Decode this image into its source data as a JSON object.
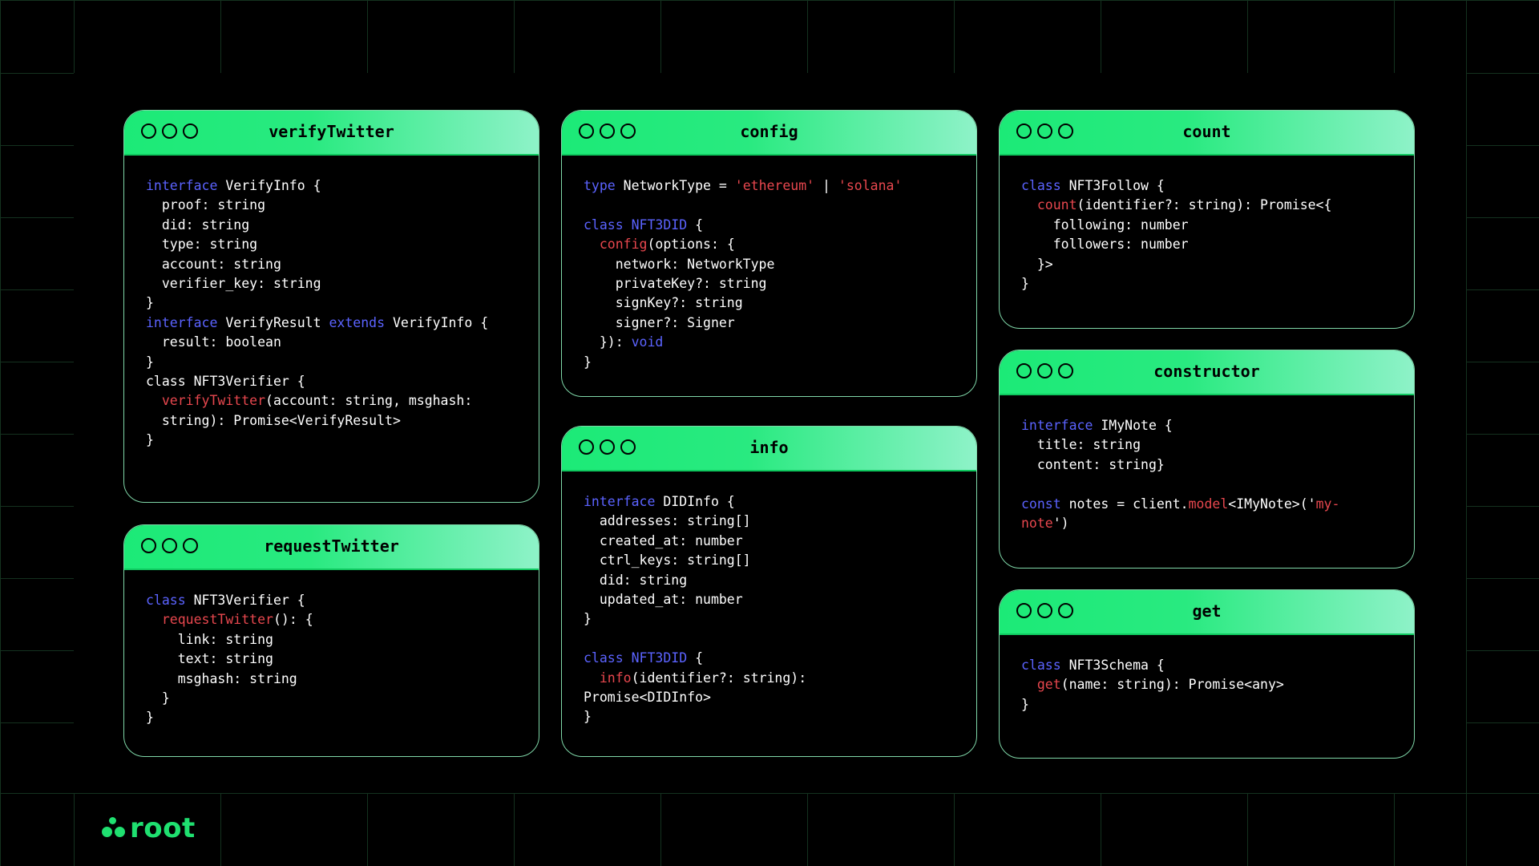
{
  "brand": {
    "name": "root",
    "accent": "#1fe070"
  },
  "colors": {
    "keyword": "#5b63ff",
    "function": "#e8474e",
    "string": "#e8474e",
    "header_gradient": [
      "#1cea77",
      "#8ef2c8"
    ]
  },
  "cards": [
    {
      "title": "verifyTwitter",
      "code": [
        [
          [
            "kw",
            "interface"
          ],
          [
            "t",
            " VerifyInfo {"
          ]
        ],
        [
          [
            "t",
            "  proof: string"
          ]
        ],
        [
          [
            "t",
            "  did: string"
          ]
        ],
        [
          [
            "t",
            "  type: string"
          ]
        ],
        [
          [
            "t",
            "  account: string"
          ]
        ],
        [
          [
            "t",
            "  verifier_key: string"
          ]
        ],
        [
          [
            "t",
            "}"
          ]
        ],
        [
          [
            "kw",
            "interface"
          ],
          [
            "t",
            " VerifyResult "
          ],
          [
            "kw",
            "extends"
          ],
          [
            "t",
            " VerifyInfo {"
          ]
        ],
        [
          [
            "t",
            "  result: boolean"
          ]
        ],
        [
          [
            "t",
            "}"
          ]
        ],
        [
          [
            "t",
            "class NFT3Verifier {"
          ]
        ],
        [
          [
            "t",
            "  "
          ],
          [
            "fn",
            "verifyTwitter"
          ],
          [
            "t",
            "(account: string, msghash:"
          ]
        ],
        [
          [
            "t",
            "  string): Promise<VerifyResult>"
          ]
        ],
        [
          [
            "t",
            "}"
          ]
        ]
      ]
    },
    {
      "title": "requestTwitter",
      "code": [
        [
          [
            "kw",
            "class"
          ],
          [
            "t",
            " NFT3Verifier {"
          ]
        ],
        [
          [
            "t",
            "  "
          ],
          [
            "fn",
            "requestTwitter"
          ],
          [
            "t",
            "(): {"
          ]
        ],
        [
          [
            "t",
            "    link: string"
          ]
        ],
        [
          [
            "t",
            "    text: string"
          ]
        ],
        [
          [
            "t",
            "    msghash: string"
          ]
        ],
        [
          [
            "t",
            "  }"
          ]
        ],
        [
          [
            "t",
            "}"
          ]
        ]
      ]
    },
    {
      "title": "config",
      "code": [
        [
          [
            "kw",
            "type"
          ],
          [
            "t",
            " NetworkType = "
          ],
          [
            "str",
            "'ethereum'"
          ],
          [
            "t",
            " | "
          ],
          [
            "str",
            "'solana'"
          ]
        ],
        [
          [
            "t",
            ""
          ]
        ],
        [
          [
            "kw",
            "class"
          ],
          [
            "t",
            " "
          ],
          [
            "kw",
            "NFT3DID"
          ],
          [
            "t",
            " {"
          ]
        ],
        [
          [
            "t",
            "  "
          ],
          [
            "fn",
            "config"
          ],
          [
            "t",
            "(options: {"
          ]
        ],
        [
          [
            "t",
            "    network: NetworkType"
          ]
        ],
        [
          [
            "t",
            "    privateKey?: string"
          ]
        ],
        [
          [
            "t",
            "    signKey?: string"
          ]
        ],
        [
          [
            "t",
            "    signer?: Signer"
          ]
        ],
        [
          [
            "t",
            "  }): "
          ],
          [
            "kw",
            "void"
          ]
        ],
        [
          [
            "t",
            "}"
          ]
        ]
      ]
    },
    {
      "title": "info",
      "code": [
        [
          [
            "kw",
            "interface"
          ],
          [
            "t",
            " DIDInfo {"
          ]
        ],
        [
          [
            "t",
            "  addresses: string[]"
          ]
        ],
        [
          [
            "t",
            "  created_at: number"
          ]
        ],
        [
          [
            "t",
            "  ctrl_keys: string[]"
          ]
        ],
        [
          [
            "t",
            "  did: string"
          ]
        ],
        [
          [
            "t",
            "  updated_at: number"
          ]
        ],
        [
          [
            "t",
            "}"
          ]
        ],
        [
          [
            "t",
            ""
          ]
        ],
        [
          [
            "kw",
            "class"
          ],
          [
            "t",
            " "
          ],
          [
            "kw",
            "NFT3DID"
          ],
          [
            "t",
            " {"
          ]
        ],
        [
          [
            "t",
            "  "
          ],
          [
            "fn",
            "info"
          ],
          [
            "t",
            "(identifier?: string):"
          ]
        ],
        [
          [
            "t",
            "Promise<DIDInfo>"
          ]
        ],
        [
          [
            "t",
            "}"
          ]
        ]
      ]
    },
    {
      "title": "count",
      "code": [
        [
          [
            "kw",
            "class"
          ],
          [
            "t",
            " NFT3Follow {"
          ]
        ],
        [
          [
            "t",
            "  "
          ],
          [
            "fn",
            "count"
          ],
          [
            "t",
            "(identifier?: string): Promise<{"
          ]
        ],
        [
          [
            "t",
            "    following: number"
          ]
        ],
        [
          [
            "t",
            "    followers: number"
          ]
        ],
        [
          [
            "t",
            "  }>"
          ]
        ],
        [
          [
            "t",
            "}"
          ]
        ]
      ]
    },
    {
      "title": "constructor",
      "code": [
        [
          [
            "kw",
            "interface"
          ],
          [
            "t",
            " IMyNote {"
          ]
        ],
        [
          [
            "t",
            "  title: string"
          ]
        ],
        [
          [
            "t",
            "  content: string}"
          ]
        ],
        [
          [
            "t",
            ""
          ]
        ],
        [
          [
            "kw",
            "const"
          ],
          [
            "t",
            " notes = client."
          ],
          [
            "fn",
            "model"
          ],
          [
            "t",
            "<IMyNote>('"
          ],
          [
            "str",
            "my-"
          ]
        ],
        [
          [
            "str",
            "note"
          ],
          [
            "t",
            "')"
          ]
        ]
      ]
    },
    {
      "title": "get",
      "code": [
        [
          [
            "kw",
            "class"
          ],
          [
            "t",
            " NFT3Schema {"
          ]
        ],
        [
          [
            "t",
            "  "
          ],
          [
            "fn",
            "get"
          ],
          [
            "t",
            "(name: string): Promise<any>"
          ]
        ],
        [
          [
            "t",
            "}"
          ]
        ]
      ]
    }
  ]
}
